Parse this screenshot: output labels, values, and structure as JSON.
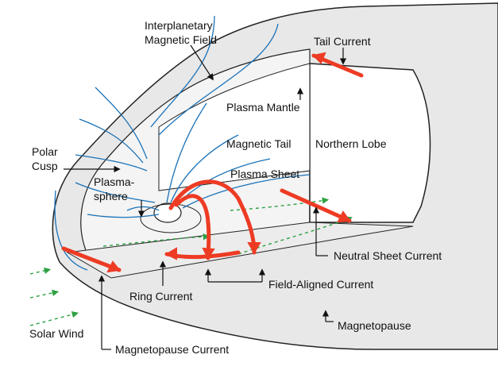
{
  "labels": {
    "imf_line1": "Interplanetary",
    "imf_line2": "Magnetic Field",
    "tail_current": "Tail Current",
    "plasma_mantle": "Plasma Mantle",
    "magnetic_tail": "Magnetic Tail",
    "northern_lobe": "Northern Lobe",
    "polar_cusp_line1": "Polar",
    "polar_cusp_line2": "Cusp",
    "plasmasphere_line1": "Plasma-",
    "plasmasphere_line2": "sphere",
    "plasma_sheet": "Plasma Sheet",
    "neutral_sheet_current": "Neutral Sheet Current",
    "ring_current": "Ring Current",
    "field_aligned_current": "Field-Aligned Current",
    "solar_wind": "Solar Wind",
    "magnetopause": "Magnetopause",
    "magnetopause_current": "Magnetopause Current"
  },
  "colors": {
    "current_arrow": "#ee3b24",
    "field_line": "#1a72b8",
    "solar_wind": "#2ea043",
    "magnetosphere_fill": "#e8e8e8",
    "outline": "#222222"
  }
}
